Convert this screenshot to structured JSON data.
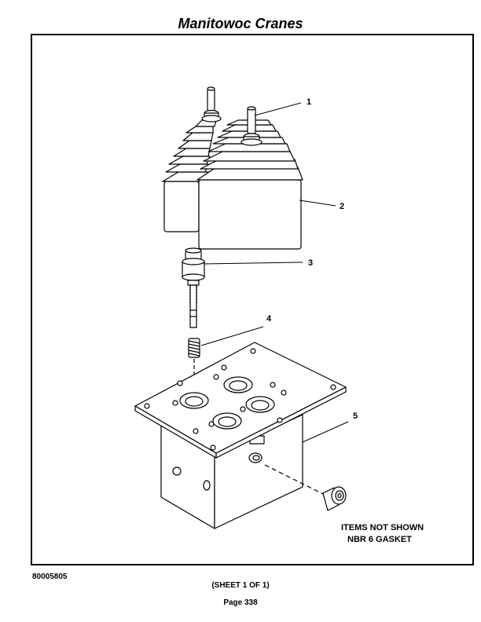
{
  "header": {
    "title": "Manitowoc Cranes"
  },
  "callouts": [
    "1",
    "2",
    "3",
    "4",
    "5"
  ],
  "notes": {
    "line1": "ITEMS NOT SHOWN",
    "line2": "NBR 6 GASKET"
  },
  "footer": {
    "doc_number": "80005805",
    "sheet": "(SHEET 1 OF 1)",
    "page": "Page 338"
  }
}
